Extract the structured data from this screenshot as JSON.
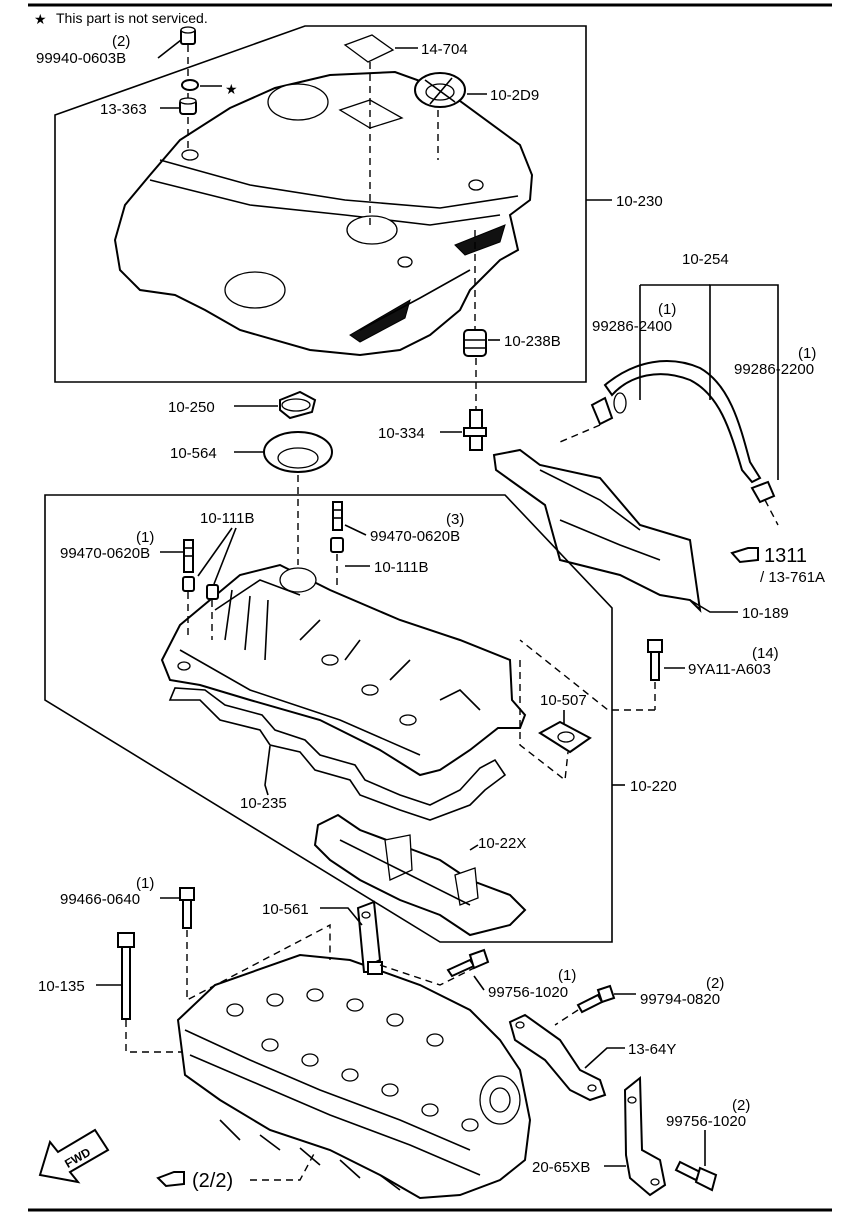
{
  "note": {
    "star": "★",
    "text": "This part is not serviced."
  },
  "labels": {
    "p99940_qty": "(2)",
    "p99940": "99940-0603B",
    "p14704": "14-704",
    "p102D9": "10-2D9",
    "p13363": "13-363",
    "p10230": "10-230",
    "p10254": "10-254",
    "p99286_2400_qty": "(1)",
    "p99286_2400": "99286-2400",
    "p99286_2200_qty": "(1)",
    "p99286_2200": "99286-2200",
    "p10238B": "10-238B",
    "p10250": "10-250",
    "p10334": "10-334",
    "p10564": "10-564",
    "ref1311": "1311",
    "ref13761A": "/ 13-761A",
    "p10111B_top": "10-111B",
    "p99470_1_qty": "(1)",
    "p99470_1": "99470-0620B",
    "p99470_3": "99470-0620B",
    "p99470_3_qty": "(3)",
    "p10111B_right": "10-111B",
    "p10189": "10-189",
    "p9YA11_qty": "(14)",
    "p9YA11": "9YA11-A603",
    "p10507": "10-507",
    "p10220": "10-220",
    "p10235": "10-235",
    "p1022X": "10-22X",
    "p99466_qty": "(1)",
    "p99466": "99466-0640",
    "p10561": "10-561",
    "p10135": "10-135",
    "p99756_top_qty": "(1)",
    "p99756_top": "99756-1020",
    "p99794_qty": "(2)",
    "p99794": "99794-0820",
    "p1364Y": "13-64Y",
    "p99756_bot_qty": "(2)",
    "p99756_bot": "99756-1020",
    "p2065XB": "20-65XB",
    "ref22": "(2/2)",
    "fwd": "FWD"
  }
}
